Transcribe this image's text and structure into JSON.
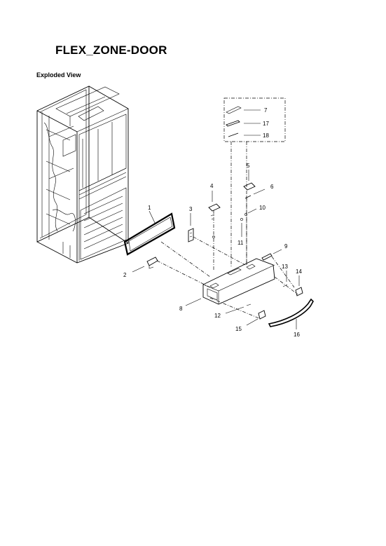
{
  "title": "FLEX_ZONE-DOOR",
  "section": "Exploded View",
  "parts": [
    {
      "id": "part-1",
      "label": "1"
    },
    {
      "id": "part-2",
      "label": "2"
    },
    {
      "id": "part-3",
      "label": "3"
    },
    {
      "id": "part-4",
      "label": "4"
    },
    {
      "id": "part-5",
      "label": "5"
    },
    {
      "id": "part-6",
      "label": "6"
    },
    {
      "id": "part-7",
      "label": "7"
    },
    {
      "id": "part-8",
      "label": "8"
    },
    {
      "id": "part-9",
      "label": "9"
    },
    {
      "id": "part-10",
      "label": "10"
    },
    {
      "id": "part-11",
      "label": "11"
    },
    {
      "id": "part-12",
      "label": "12"
    },
    {
      "id": "part-13",
      "label": "13"
    },
    {
      "id": "part-14",
      "label": "14"
    },
    {
      "id": "part-15",
      "label": "15"
    },
    {
      "id": "part-16",
      "label": "16"
    },
    {
      "id": "part-17",
      "label": "17"
    },
    {
      "id": "part-18",
      "label": "18"
    }
  ]
}
